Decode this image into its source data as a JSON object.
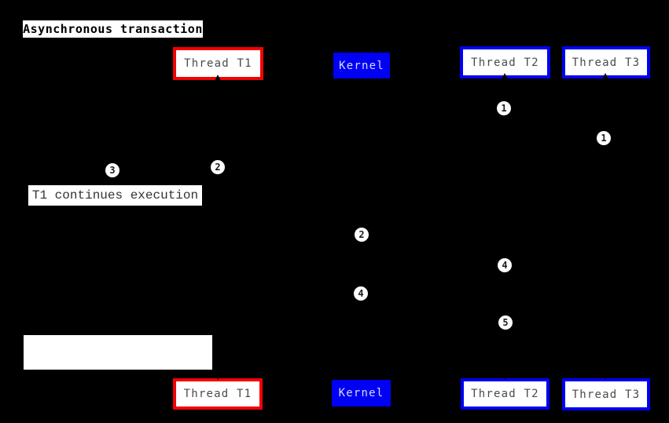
{
  "title": "Asynchronous transaction",
  "note": "T1 continues execution",
  "actors": [
    {
      "label": "Thread T1"
    },
    {
      "label": "Kernel"
    },
    {
      "label": "Thread T2"
    },
    {
      "label": "Thread T3"
    }
  ],
  "markers": [
    {
      "label": "1"
    },
    {
      "label": "1"
    },
    {
      "label": "2"
    },
    {
      "label": "3"
    },
    {
      "label": "2"
    },
    {
      "label": "4"
    },
    {
      "label": "4"
    },
    {
      "label": "5"
    }
  ],
  "colors": {
    "bg": "#000000",
    "red": "#f50000",
    "blue": "#0000f2",
    "label_text": "#4a4a4a",
    "kernel_text": "#d9d9ff",
    "white": "#ffffff"
  }
}
